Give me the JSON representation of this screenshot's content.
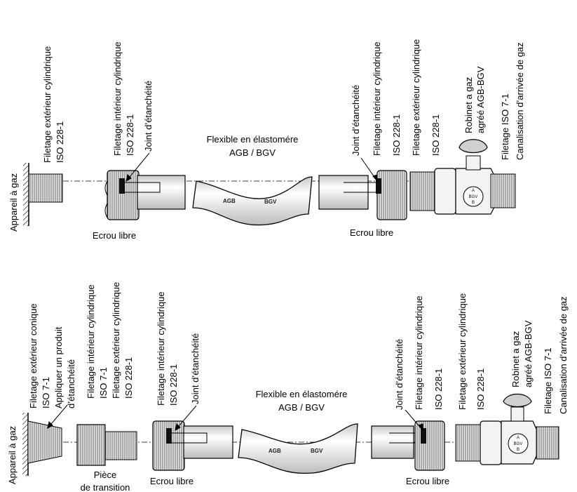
{
  "colors": {
    "line": "#000000",
    "fill_light": "#f2f2f2",
    "fill_mid": "#d9d9d9",
    "hatch": "#7a7a7a",
    "seal": "#111111"
  },
  "top": {
    "appliance": "Appareil à gaz",
    "thread_outer_cyl": [
      "Filetage extérieur cylindrique",
      "ISO 228-1"
    ],
    "thread_inner_cyl": [
      "Filetage intérieur cylindrique",
      "ISO 228-1"
    ],
    "seal": "Joint d’étanchéité",
    "hose_title": [
      "Flexible en élastomére",
      "AGB / BGV"
    ],
    "hose_marks": [
      "AGB",
      "BGV"
    ],
    "right_seal": "Joint d’étanchéité",
    "right_thread_inner": [
      "Filetage intérieur cylindrique",
      "ISO 228-1"
    ],
    "right_thread_outer": [
      "Filetage extérieur cylindrique",
      "ISO 228-1"
    ],
    "valve": [
      "Robinet a gaz",
      "agréé AGB-BGV"
    ],
    "supply": [
      "Filetage ISO 7-1",
      "Canalisation d’arrivée de gaz"
    ],
    "nut_left": "Ecrou libre",
    "nut_right": "Ecrou libre",
    "valve_badge": [
      "A",
      "BGV",
      "B"
    ]
  },
  "bottom": {
    "appliance": "Appareil à gaz",
    "thread_conic": [
      "Filetage extérieur conique",
      "ISO 7-1"
    ],
    "sealant": [
      "Appliquer un produit",
      "d’étanchéité"
    ],
    "transition_threads": [
      "Filetage intérieur cylindrique",
      "ISO 7-1",
      "Filetage extérieur cylindrique",
      "ISO 228-1"
    ],
    "nut_thread": [
      "Filetage intérieur cylindrique",
      "ISO 228-1"
    ],
    "seal": "Joint d’étanchéité",
    "hose_title": [
      "Flexible en élastomére",
      "AGB / BGV"
    ],
    "hose_marks": [
      "AGB",
      "BGV"
    ],
    "right_seal": "Joint d’étanchéité",
    "right_thread_inner": [
      "Filetage intérieur cylindrique",
      "ISO 228-1"
    ],
    "right_thread_outer": [
      "Filetage extérieur cylindrique",
      "ISO 228-1"
    ],
    "valve": [
      "Robinet a gaz",
      "agréé AGB-BGV"
    ],
    "supply": [
      "Filetage ISO 7-1",
      "Canalisation d’arrivée de gaz"
    ],
    "transition_piece": [
      "Pièce",
      "de transition"
    ],
    "nut_left": "Ecrou libre",
    "nut_right": "Ecrou libre",
    "valve_badge": [
      "A",
      "BGV",
      "B"
    ]
  }
}
